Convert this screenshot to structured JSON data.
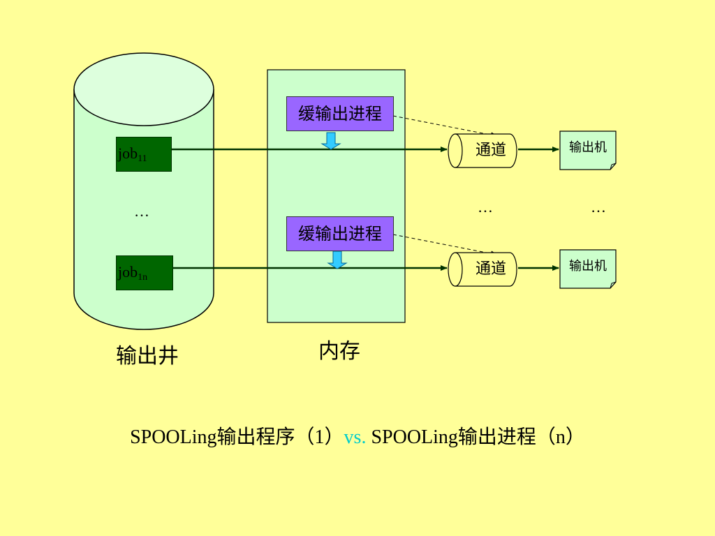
{
  "spool": {
    "label": "输出井",
    "job_top": {
      "base": "job",
      "sub": "11"
    },
    "job_bottom": {
      "base": "job",
      "sub": "1n"
    },
    "dots": "…"
  },
  "memory": {
    "label": "内存",
    "process_top": "缓输出进程",
    "process_bottom": "缓输出进程"
  },
  "channels": {
    "top": "通道",
    "bottom": "通道",
    "dots": "…"
  },
  "printers": {
    "top": "输出机",
    "bottom": "输出机",
    "dots": "…"
  },
  "caption": {
    "part1": "SPOOLing输出程序（1）",
    "vs": "vs.",
    "part2": " SPOOLing输出进程（n）"
  },
  "colors": {
    "background": "#FFFF99",
    "cylinder": "#CCFFCC",
    "job": "#006600",
    "process": "#9966FF",
    "down_arrow": "#33CCFF",
    "arrow": "#003300"
  }
}
